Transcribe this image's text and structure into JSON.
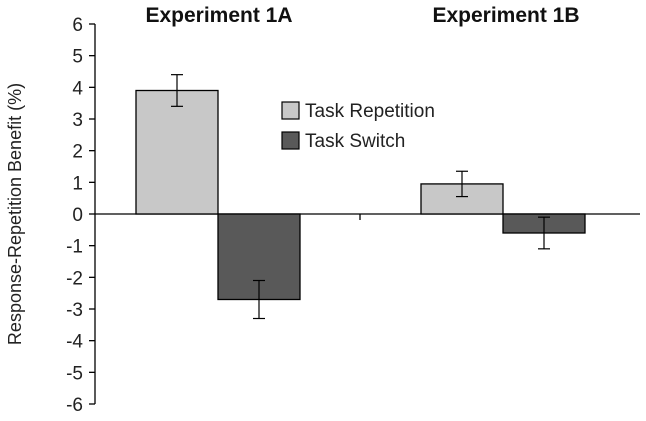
{
  "chart_data": {
    "type": "bar",
    "categories": [
      "Experiment 1A",
      "Experiment 1B"
    ],
    "series": [
      {
        "name": "Task Repetition",
        "values": [
          3.9,
          0.95
        ],
        "error": [
          0.5,
          0.4
        ],
        "color": "#c8c8c8"
      },
      {
        "name": "Task Switch",
        "values": [
          -2.7,
          -0.6
        ],
        "error": [
          0.6,
          0.5
        ],
        "color": "#595959"
      }
    ],
    "title": "",
    "xlabel": "",
    "ylabel": "Response-Repetition Benefit (%)",
    "ylim": [
      -6,
      6
    ],
    "yticks": [
      6,
      5,
      4,
      3,
      2,
      1,
      0,
      -1,
      -2,
      -3,
      -4,
      -5,
      -6
    ],
    "grid": false,
    "legend_position": "center"
  }
}
